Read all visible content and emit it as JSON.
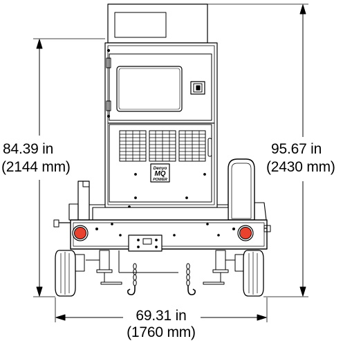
{
  "dimensions": {
    "height_without_canopy": {
      "inches": "84.39 in",
      "millimeters": "(2144 mm)"
    },
    "height_overall": {
      "inches": "95.67 in",
      "millimeters": "(2430 mm)"
    },
    "width_overall": {
      "inches": "69.31 in",
      "millimeters": "(1760 mm)"
    }
  },
  "badge": {
    "line1": "Denyo",
    "line2": "MQ",
    "line3": "POWER"
  },
  "colors": {
    "line": "#000000",
    "tail_light": "#e8422e",
    "background": "#ffffff"
  }
}
